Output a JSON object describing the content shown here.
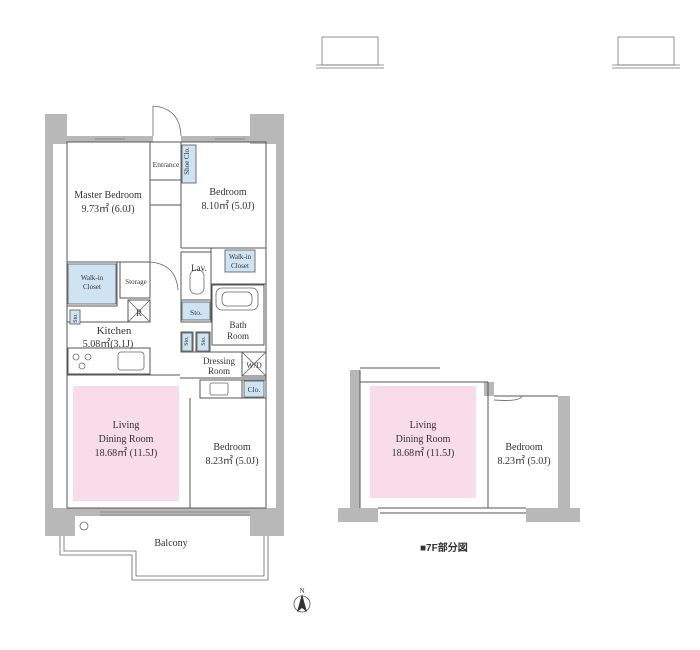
{
  "plan": {
    "rooms": {
      "master_bedroom": {
        "name": "Master Bedroom",
        "size": "9.73㎡ (6.0J)"
      },
      "bedroom_top": {
        "name": "Bedroom",
        "size": "8.10㎡ (5.0J)"
      },
      "kitchen": {
        "name": "Kitchen",
        "size": "5.08㎡(3.1J)"
      },
      "living": {
        "name_line1": "Living",
        "name_line2": "Dining Room",
        "size": "18.68㎡ (11.5J)"
      },
      "bedroom_bottom": {
        "name": "Bedroom",
        "size": "8.23㎡ (5.0J)"
      }
    },
    "labels": {
      "entrance": "Entrance",
      "shoe_closet": "Shoe Clo.",
      "walkin_left_1": "Walk-in",
      "walkin_left_2": "Closet",
      "walkin_right_1": "Walk-in",
      "walkin_right_2": "Closet",
      "storage": "Storage",
      "refrigerator": "R",
      "lavatory": "Lav.",
      "sto_1": "Sto.",
      "sto_2": "Sto.",
      "sto_3": "Sto.",
      "sto_4": "Sto.",
      "bath_1": "Bath",
      "bath_2": "Room",
      "dressing_1": "Dressing",
      "dressing_2": "Room",
      "washer_dryer": "W/D",
      "closet": "Clo.",
      "balcony": "Balcony"
    }
  },
  "plan_7f": {
    "caption": "■7F部分図",
    "living_line1": "Living",
    "living_line2": "Dining Room",
    "living_size": "18.68㎡ (11.5J)",
    "bedroom": "Bedroom",
    "bedroom_size": "8.23㎡ (5.0J)"
  },
  "compass": {
    "label": "N"
  },
  "colors": {
    "living_fill": "#f9dcea",
    "closet_fill": "#cfe4f3",
    "wall": "#b8b8b8",
    "line": "#555555"
  }
}
